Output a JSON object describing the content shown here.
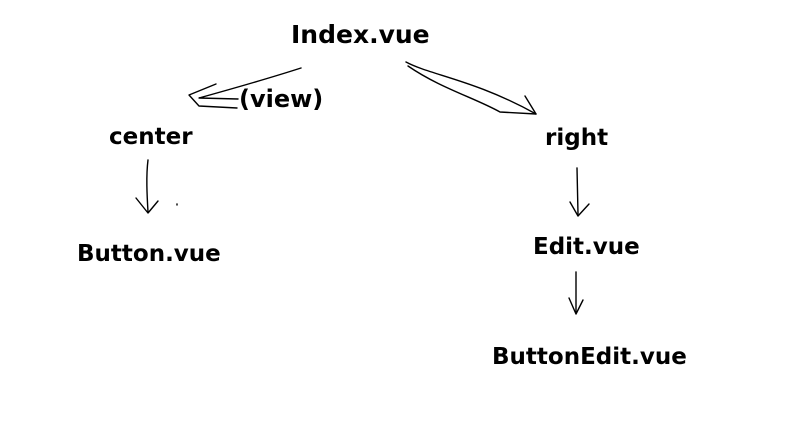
{
  "diagram": {
    "nodes": {
      "index": "Index.vue",
      "center": "center",
      "right": "right",
      "button": "Button.vue",
      "edit": "Edit.vue",
      "button_edit": "ButtonEdit.vue"
    },
    "edge_labels": {
      "index_to_center": "(view)"
    },
    "edges": [
      {
        "from": "index",
        "to": "center",
        "label": "(view)"
      },
      {
        "from": "index",
        "to": "right"
      },
      {
        "from": "center",
        "to": "button"
      },
      {
        "from": "right",
        "to": "edit"
      },
      {
        "from": "edit",
        "to": "button_edit"
      }
    ],
    "colors": {
      "background": "#ffffff",
      "ink": "#000000"
    }
  }
}
